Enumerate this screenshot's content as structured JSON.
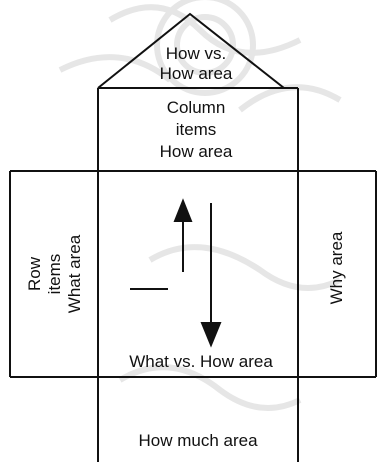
{
  "diagram": {
    "roof": [
      "How vs.",
      "How area"
    ],
    "column": [
      "Column",
      "items",
      "How area"
    ],
    "row": [
      "Row",
      "items",
      "What area"
    ],
    "why": "Why area",
    "center": "What vs. How area",
    "bottom": "How much area"
  }
}
